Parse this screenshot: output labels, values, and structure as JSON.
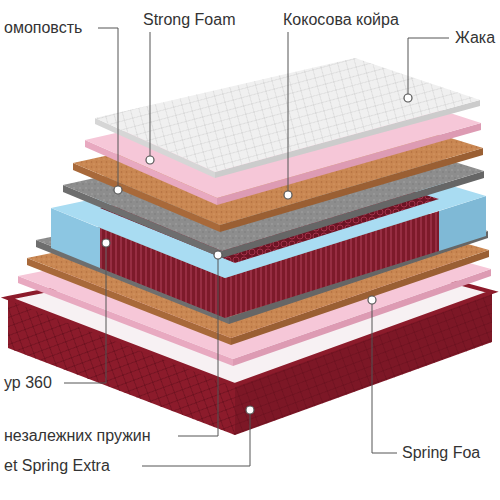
{
  "diagram": {
    "labels": [
      "омоповсть",
      "Strong Foam",
      "Кокосова койра",
      "Жака",
      "ур 360",
      "незалежних пружин",
      "et Spring Extra",
      "Spring Foa"
    ]
  }
}
